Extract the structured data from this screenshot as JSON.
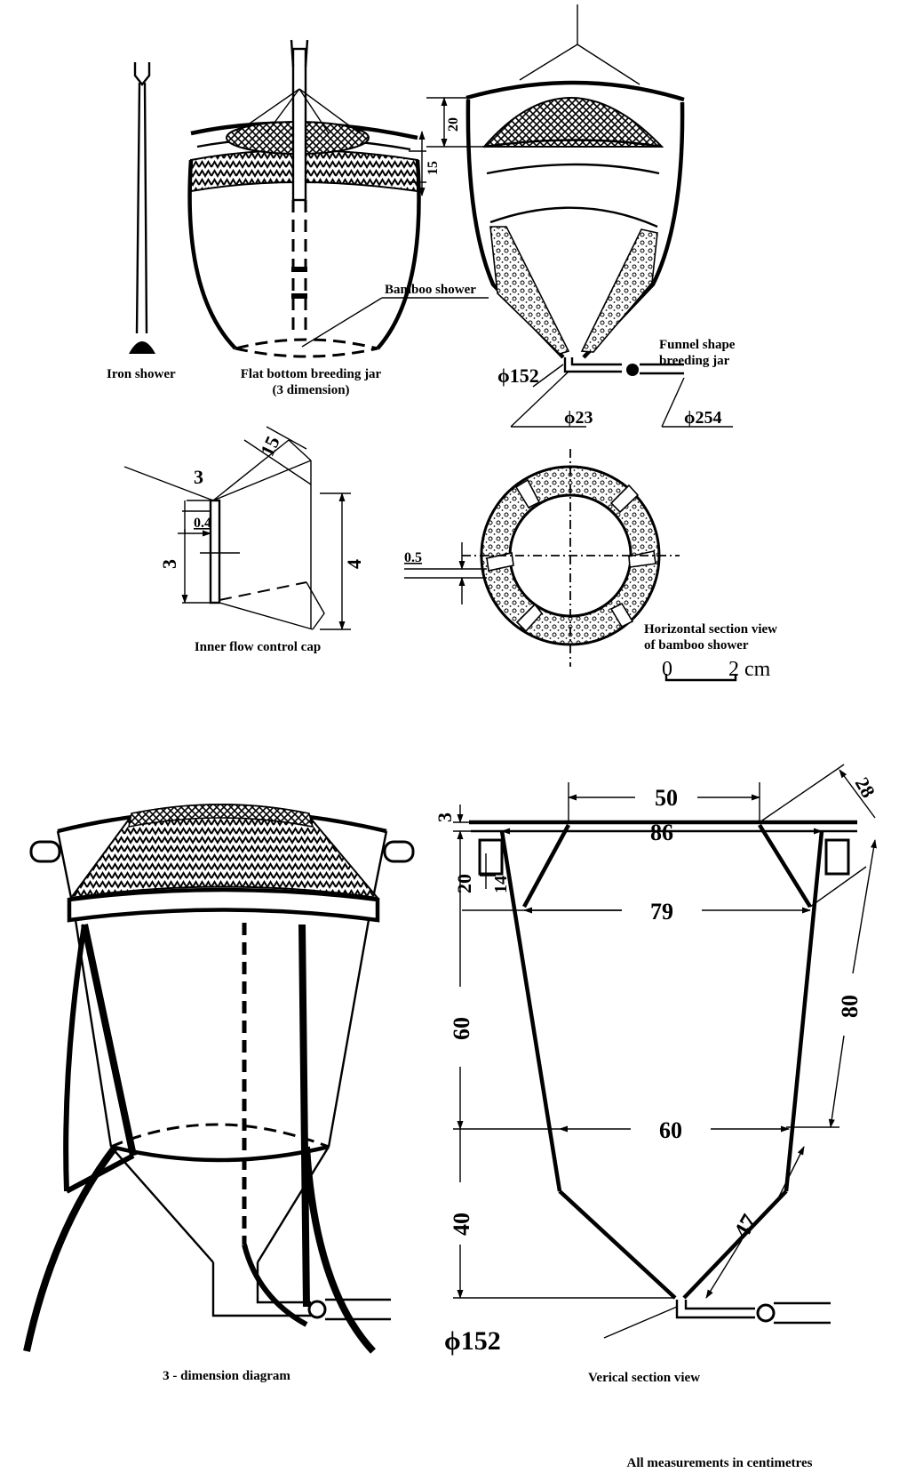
{
  "captions": {
    "iron_shower": "Iron shower",
    "flat_jar_line1": "Flat bottom breeding jar",
    "flat_jar_line2": "(3 dimension)",
    "bamboo_shower": "Bamboo shower",
    "funnel_line1": "Funnel shape",
    "funnel_line2": "breeding jar",
    "inner_cap": "Inner flow control cap",
    "section_line1": "Horizontal section view",
    "section_line2": "of bamboo shower",
    "three_d": "3 - dimension diagram",
    "vertical": "Verical section view",
    "note": "All measurements in centimetres"
  },
  "scale_bar": {
    "start": "0",
    "end": "2 cm"
  },
  "funnel_jar_dims": {
    "top": "20",
    "rim": "15",
    "bottom_dia": "ϕ152",
    "inlet_dia": "ϕ23",
    "pipe_dia": "ϕ254"
  },
  "cap_dims": {
    "width": "3",
    "depth": "15",
    "wall": "0.4",
    "inner_height": "3",
    "height": "4"
  },
  "section_dims": {
    "thickness": "0.5"
  },
  "vertical_dims": {
    "top_width": "50",
    "rim_width": "86",
    "upper_width": "79",
    "waist_width": "60",
    "rim_height": "3",
    "collar_height": "20",
    "handle_height": "14",
    "body_height": "60",
    "cone_height": "40",
    "slant_top": "28",
    "side_length": "80",
    "cone_slant": "47",
    "outlet": "ϕ152"
  },
  "colors": {
    "ink": "#000000",
    "paper": "#ffffff"
  }
}
